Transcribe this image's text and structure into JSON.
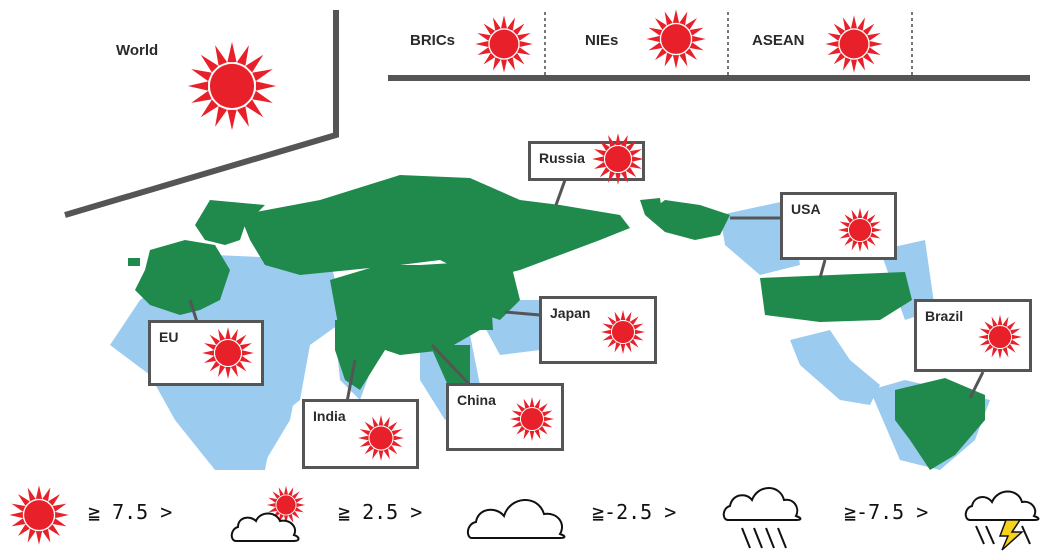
{
  "colors": {
    "land": "#1f8a4c",
    "ocean": "#9ccbf0",
    "sun": "#e8202a",
    "frame": "#555555",
    "bolt": "#f6d21a"
  },
  "groups": [
    {
      "id": "world",
      "label": "World",
      "icon": "sun-icon"
    },
    {
      "id": "brics",
      "label": "BRICs",
      "icon": "sun-icon"
    },
    {
      "id": "nies",
      "label": "NIEs",
      "icon": "sun-icon"
    },
    {
      "id": "asean",
      "label": "ASEAN",
      "icon": "sun-icon"
    }
  ],
  "regions": [
    {
      "id": "russia",
      "label": "Russia",
      "icon": "sun-icon"
    },
    {
      "id": "usa",
      "label": "USA",
      "icon": "sun-icon"
    },
    {
      "id": "eu",
      "label": "EU",
      "icon": "sun-icon"
    },
    {
      "id": "japan",
      "label": "Japan",
      "icon": "sun-icon"
    },
    {
      "id": "brazil",
      "label": "Brazil",
      "icon": "sun-icon"
    },
    {
      "id": "india",
      "label": "India",
      "icon": "sun-icon"
    },
    {
      "id": "china",
      "label": "China",
      "icon": "sun-icon"
    }
  ],
  "legend": [
    {
      "icon": "sun-icon",
      "text": "≧ 7.5 >"
    },
    {
      "icon": "sun-behind-cloud-icon",
      "text": "≧ 2.5 >"
    },
    {
      "icon": "cloud-icon",
      "text": "≧-2.5 >"
    },
    {
      "icon": "rain-cloud-icon",
      "text": "≧-7.5 >"
    },
    {
      "icon": "thunderstorm-icon"
    }
  ]
}
